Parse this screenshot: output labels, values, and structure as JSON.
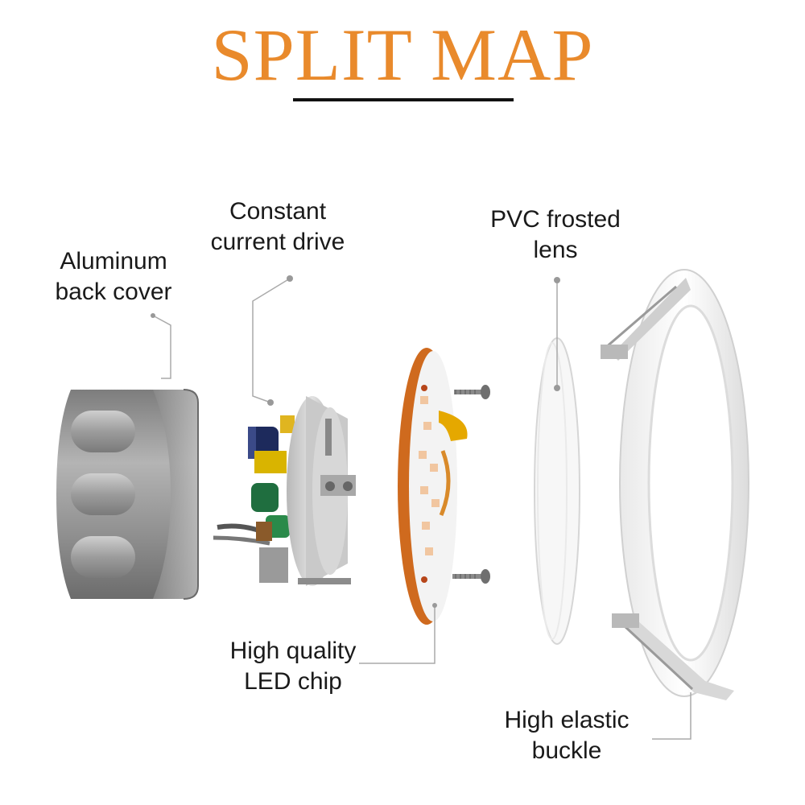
{
  "title": "SPLIT MAP",
  "colors": {
    "title": "#e98a2c",
    "rule": "#111111",
    "label_text": "#1a1a1a",
    "leader_line": "#aaaaaa",
    "aluminum": "#9a9a9a",
    "pcb_copper": "#cf6a1e",
    "lens": "#f6f6f6"
  },
  "labels": {
    "back_cover": [
      "Aluminum",
      "back cover"
    ],
    "driver": [
      "Constant",
      "current drive"
    ],
    "lens": [
      "PVC frosted",
      "lens"
    ],
    "led_chip": [
      "High quality",
      "LED chip"
    ],
    "buckle": [
      "High elastic",
      "buckle"
    ]
  },
  "parts": [
    {
      "name": "aluminum-back-cover",
      "icon": "cylinder-housing-icon"
    },
    {
      "name": "constant-current-driver",
      "icon": "driver-board-icon"
    },
    {
      "name": "led-chip-board",
      "icon": "led-pcb-icon"
    },
    {
      "name": "mounting-screws",
      "icon": "screw-icon"
    },
    {
      "name": "pvc-frosted-lens",
      "icon": "lens-disc-icon"
    },
    {
      "name": "front-ring-with-buckles",
      "icon": "spring-clip-icon"
    }
  ]
}
